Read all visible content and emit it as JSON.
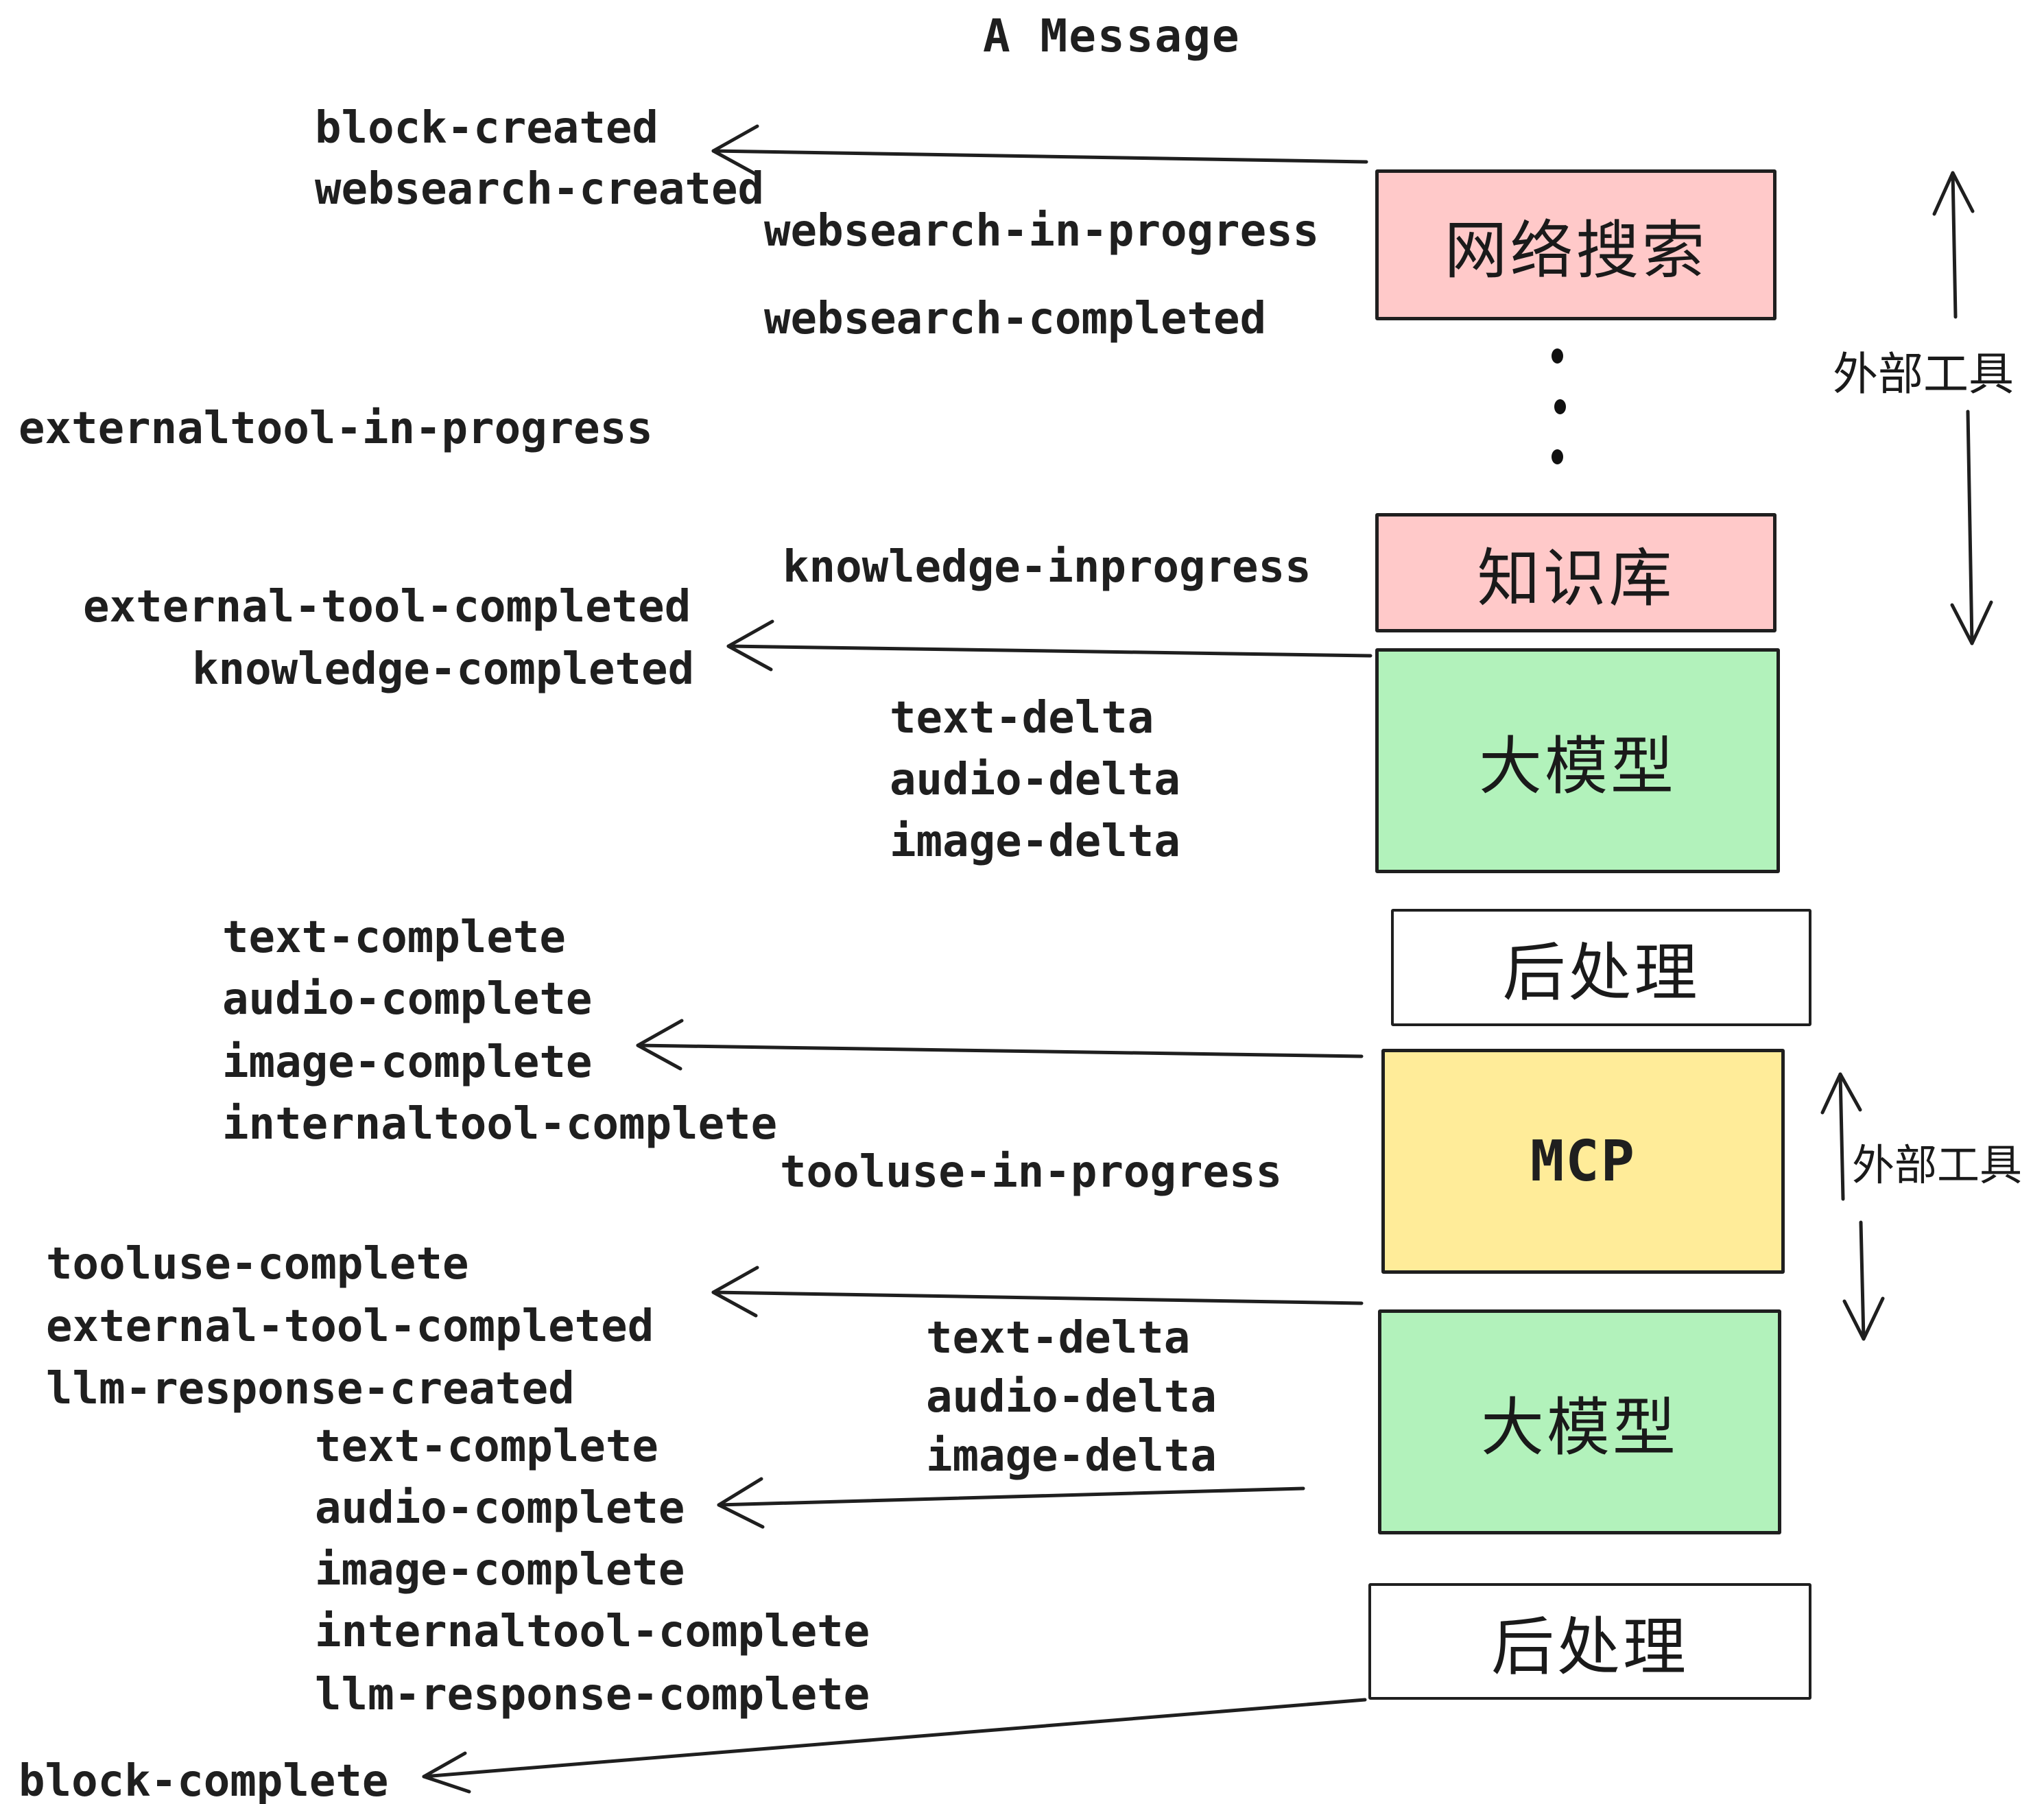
{
  "title": "A Message",
  "events": [
    {
      "id": "block-created",
      "text": "block-created"
    },
    {
      "id": "websearch-created",
      "text": "websearch-created"
    },
    {
      "id": "websearch-in-progress",
      "text": "websearch-in-progress"
    },
    {
      "id": "websearch-completed",
      "text": "websearch-completed"
    },
    {
      "id": "externaltool-in-progress",
      "text": "externaltool-in-progress"
    },
    {
      "id": "knowledge-inprogress",
      "text": "knowledge-inprogress"
    },
    {
      "id": "external-tool-completed",
      "text": "external-tool-completed"
    },
    {
      "id": "knowledge-completed",
      "text": "knowledge-completed"
    },
    {
      "id": "text-delta-1",
      "text": "text-delta"
    },
    {
      "id": "audio-delta-1",
      "text": "audio-delta"
    },
    {
      "id": "image-delta-1",
      "text": "image-delta"
    },
    {
      "id": "text-complete-1",
      "text": "text-complete"
    },
    {
      "id": "audio-complete-1",
      "text": "audio-complete"
    },
    {
      "id": "image-complete-1",
      "text": "image-complete"
    },
    {
      "id": "internaltool-complete-1",
      "text": "internaltool-complete"
    },
    {
      "id": "tooluse-in-progress",
      "text": "tooluse-in-progress"
    },
    {
      "id": "tooluse-complete",
      "text": "tooluse-complete"
    },
    {
      "id": "external-tool-completed-2",
      "text": "external-tool-completed"
    },
    {
      "id": "llm-response-created",
      "text": "llm-response-created"
    },
    {
      "id": "text-delta-2",
      "text": "text-delta"
    },
    {
      "id": "audio-delta-2",
      "text": "audio-delta"
    },
    {
      "id": "image-delta-2",
      "text": "image-delta"
    },
    {
      "id": "text-complete-2",
      "text": "text-complete"
    },
    {
      "id": "audio-complete-2",
      "text": "audio-complete"
    },
    {
      "id": "image-complete-2",
      "text": "image-complete"
    },
    {
      "id": "internaltool-complete-2",
      "text": "internaltool-complete"
    },
    {
      "id": "llm-response-complete",
      "text": "llm-response-complete"
    },
    {
      "id": "block-complete",
      "text": "block-complete"
    }
  ],
  "boxes": [
    {
      "id": "websearch",
      "label": "网络搜索",
      "color": "#ffc9c9"
    },
    {
      "id": "knowledge",
      "label": "知识库",
      "color": "#ffc9c9"
    },
    {
      "id": "llm-1",
      "label": "大模型",
      "color": "#b2f2bb"
    },
    {
      "id": "postprocess-1",
      "label": "后处理",
      "color": "#ffffff"
    },
    {
      "id": "mcp",
      "label": "MCP",
      "color": "#ffec99"
    },
    {
      "id": "llm-2",
      "label": "大模型",
      "color": "#b2f2bb"
    },
    {
      "id": "postprocess-2",
      "label": "后处理",
      "color": "#ffffff"
    }
  ],
  "annotations": {
    "external_tools_top": "外部工具",
    "external_tools_mcp": "外部工具"
  },
  "colors": {
    "ink": "#1f1f1f",
    "pink": "#ffc9c9",
    "green": "#b2f2bb",
    "yellow": "#ffec99",
    "white": "#ffffff",
    "background": "#ffffff"
  }
}
